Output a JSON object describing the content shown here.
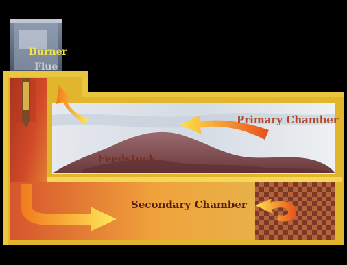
{
  "labels": {
    "burner": "Burner",
    "flue": "Flue",
    "primary_chamber": "Primary Chamber",
    "feedstock": "Feedstock",
    "secondary_chamber": "Secondary Chamber"
  },
  "colors": {
    "background": "#000000",
    "outer_wall": "#e2b62c",
    "hot_interior": "#c3462a",
    "primary_chamber_fill": "#dfe3e8",
    "feedstock": "#8a5a5e",
    "arrow_orange": "#f07a1c",
    "arrow_yellow": "#ffe14a"
  }
}
